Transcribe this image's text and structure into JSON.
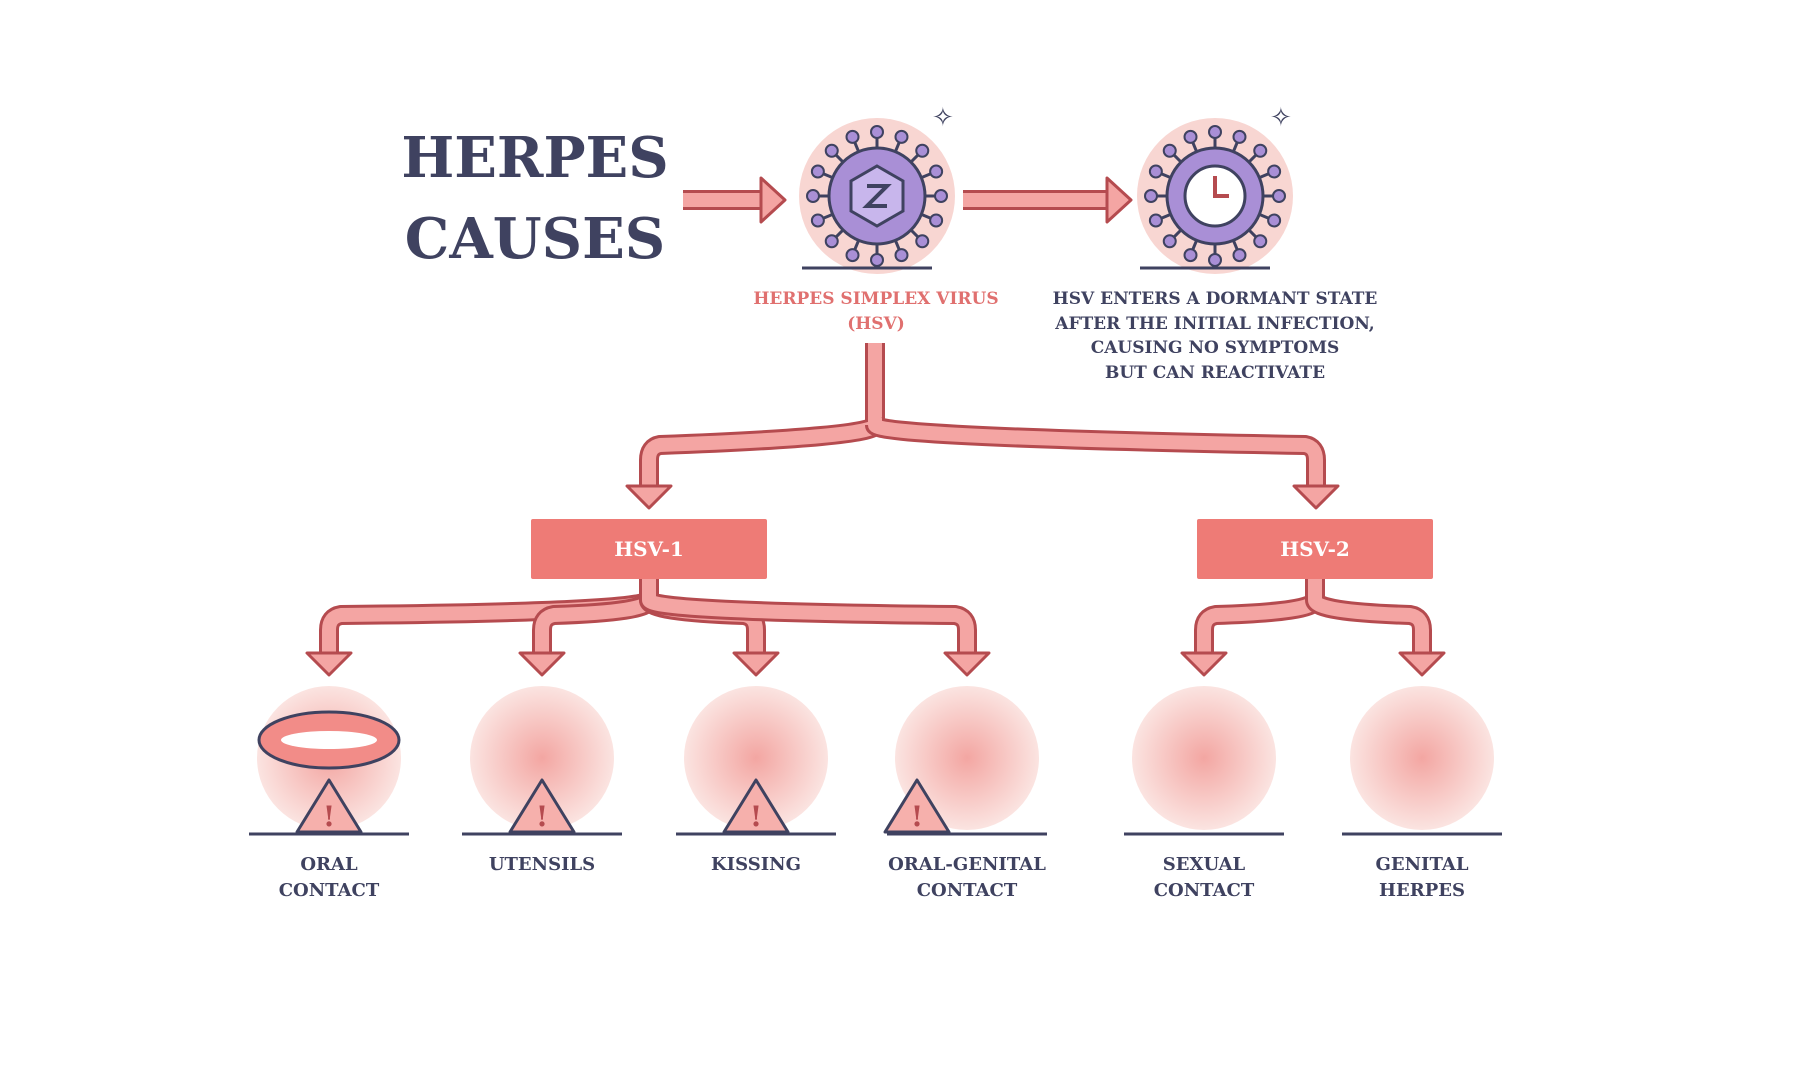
{
  "title": {
    "line1": "HERPES",
    "line2": "CAUSES"
  },
  "virus": {
    "label_line1": "HERPES SIMPLEX VIRUS",
    "label_line2": "(HSV)"
  },
  "dormant": {
    "lines": [
      "HSV ENTERS  A DORMANT STATE",
      "AFTER  THE INITIAL INFECTION,",
      "CAUSING NO SYMPTOMS",
      "BUT CAN REACTIVATE"
    ]
  },
  "types": [
    {
      "label": "HSV-1",
      "causes": [
        {
          "icon": "lips-icon",
          "line1": "ORAL",
          "line2": "CONTACT"
        },
        {
          "icon": "utensils-icon",
          "line1": "UTENSILS",
          "line2": ""
        },
        {
          "icon": "kissing-icon",
          "line1": "KISSING",
          "line2": ""
        },
        {
          "icon": "oral-genital-icon",
          "line1": "ORAL-GENITAL",
          "line2": "CONTACT"
        }
      ]
    },
    {
      "label": "HSV-2",
      "causes": [
        {
          "icon": "couple-bed-icon",
          "line1": "SEXUAL",
          "line2": "CONTACT"
        },
        {
          "icon": "genital-pain-icon",
          "line1": "GENITAL",
          "line2": "HERPES"
        }
      ]
    }
  ],
  "colors": {
    "arrow_fill": "#f4a5a3",
    "arrow_stroke": "#b54b4f",
    "box": "#ee7b76",
    "ink": "#3f4260",
    "virus": "#a98fd6",
    "glow": "#f8d6d2"
  }
}
